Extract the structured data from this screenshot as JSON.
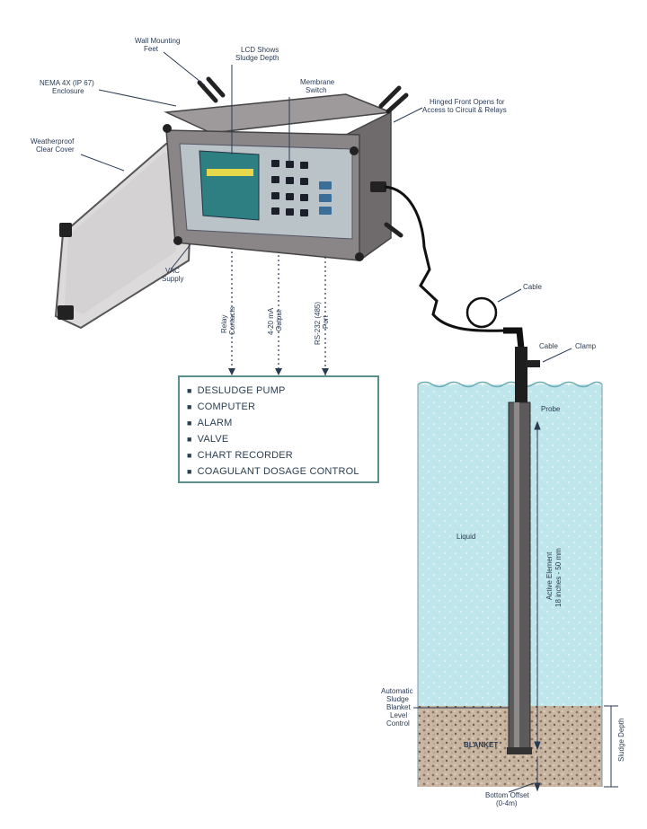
{
  "labels": {
    "wall_mounting_feet": [
      "Wall Mounting",
      "Feet"
    ],
    "nema_enclosure": [
      "NEMA 4X (IP 67)",
      "Enclosure"
    ],
    "lcd_shows": [
      "LCD Shows",
      "Sludge Depth"
    ],
    "membrane_switch": [
      "Membrane",
      "Switch"
    ],
    "hinged_front": [
      "Hinged Front Opens for",
      "Access to Circuit & Relays"
    ],
    "weatherproof_cover": [
      "Weatherproof",
      "Clear Cover"
    ],
    "vac_supply": [
      "VAC",
      "Supply"
    ],
    "relay_contacts": [
      "Relay",
      "Contacts"
    ],
    "ma_output": [
      "4-20 mA",
      "Output"
    ],
    "rs232_port": [
      "RS-232 (485)",
      "Port"
    ],
    "cable": "Cable",
    "clamp": "Clamp",
    "probe": "Probe",
    "liquid": "Liquid",
    "active_element": [
      "Active Element",
      "18 inches - 50 mm"
    ],
    "auto_sludge": [
      "Automatic",
      "Sludge",
      "Blanket",
      "Level",
      "Control"
    ],
    "sludge_depth": "Sludge Depth",
    "blanket": "BLANKET",
    "bottom_offset": [
      "Bottom Offset",
      "(0-4m)"
    ]
  },
  "outputs": [
    "DESLUDGE PUMP",
    "COMPUTER",
    "ALARM",
    "VALVE",
    "CHART RECORDER",
    "COAGULANT DOSAGE CONTROL"
  ],
  "colors": {
    "enclosure": "#8a8688",
    "faceplate": "#b9c3c8",
    "lcd": "#2d7f82",
    "lcd_bar": "#e6d84a",
    "liquid": "#bfe6ea",
    "sludge": "#b39a84",
    "box_border": "#5b8f8a"
  }
}
